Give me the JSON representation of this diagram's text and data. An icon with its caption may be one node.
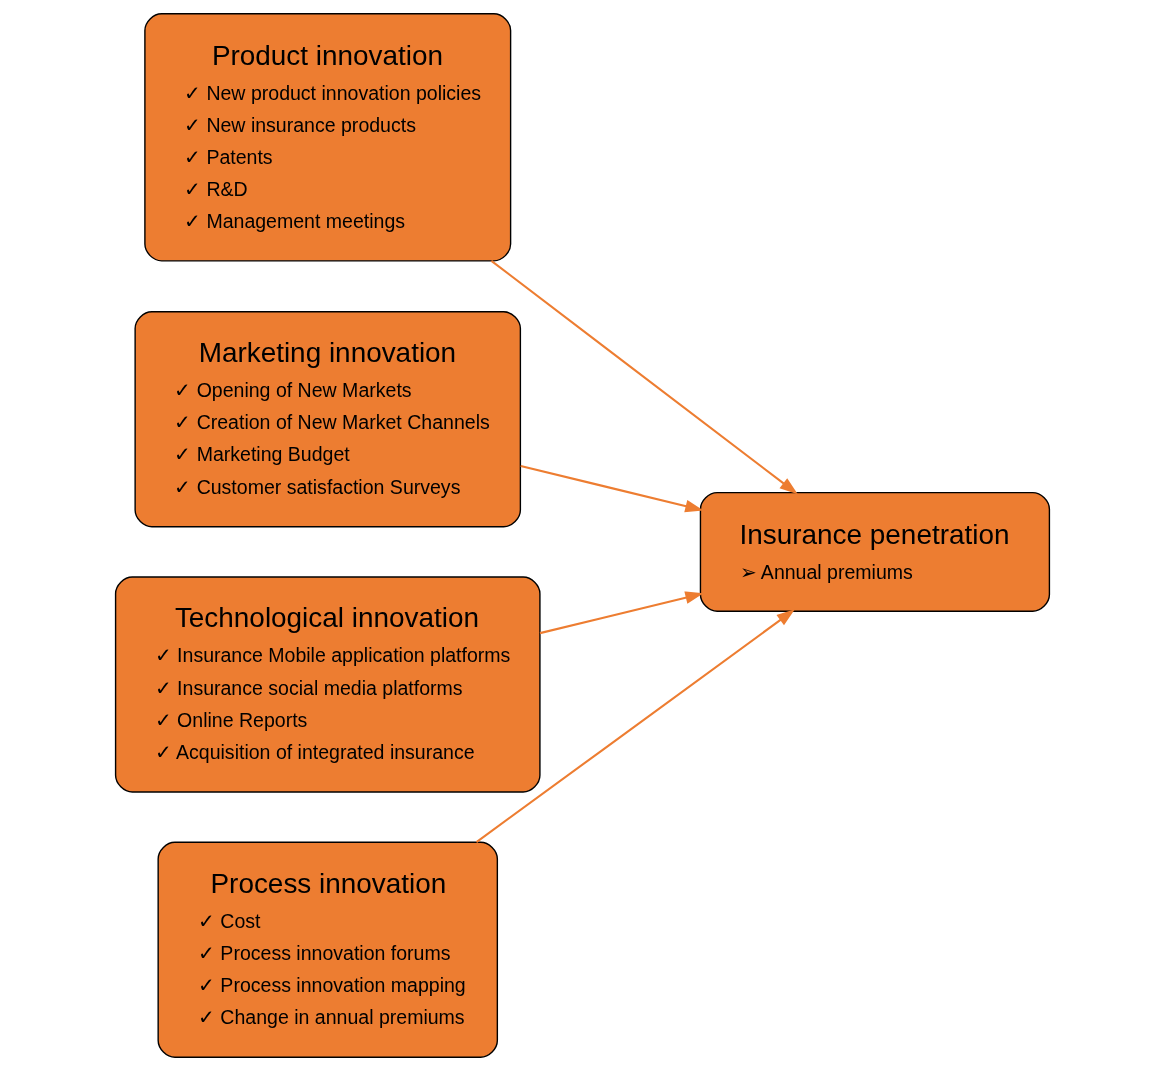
{
  "diagram": {
    "nodes": [
      {
        "text": [
          "Product innovation",
          "✓ New product innovation policies",
          "✓ New insurance products",
          "✓ Patents",
          "✓ R&D",
          "✓ Management meetings"
        ]
      },
      {
        "text": [
          "Marketing innovation",
          "✓ Opening of New Markets",
          "✓ Creation of New Market Channels",
          "✓ Marketing Budget",
          "✓ Customer satisfaction Surveys"
        ]
      },
      {
        "text": [
          "Technological innovation",
          "✓ Insurance Mobile application platforms",
          "✓ Insurance social media platforms",
          "✓ Online Reports",
          "✓ Acquisition of integrated insurance"
        ]
      },
      {
        "text": [
          "Process innovation",
          "✓ Cost",
          "✓ Process innovation forums",
          "✓ Process innovation mapping",
          "✓ Change in annual premiums"
        ]
      },
      {
        "text": [
          "Insurance penetration",
          "➢ Annual premiums"
        ]
      }
    ],
    "edges": [
      {
        "from": 0,
        "to": 4,
        "arrow": "to"
      },
      {
        "from": 1,
        "to": 4,
        "arrow": "to"
      },
      {
        "from": 2,
        "to": 4,
        "arrow": "to"
      },
      {
        "from": 3,
        "to": 4,
        "arrow": "to"
      }
    ]
  }
}
